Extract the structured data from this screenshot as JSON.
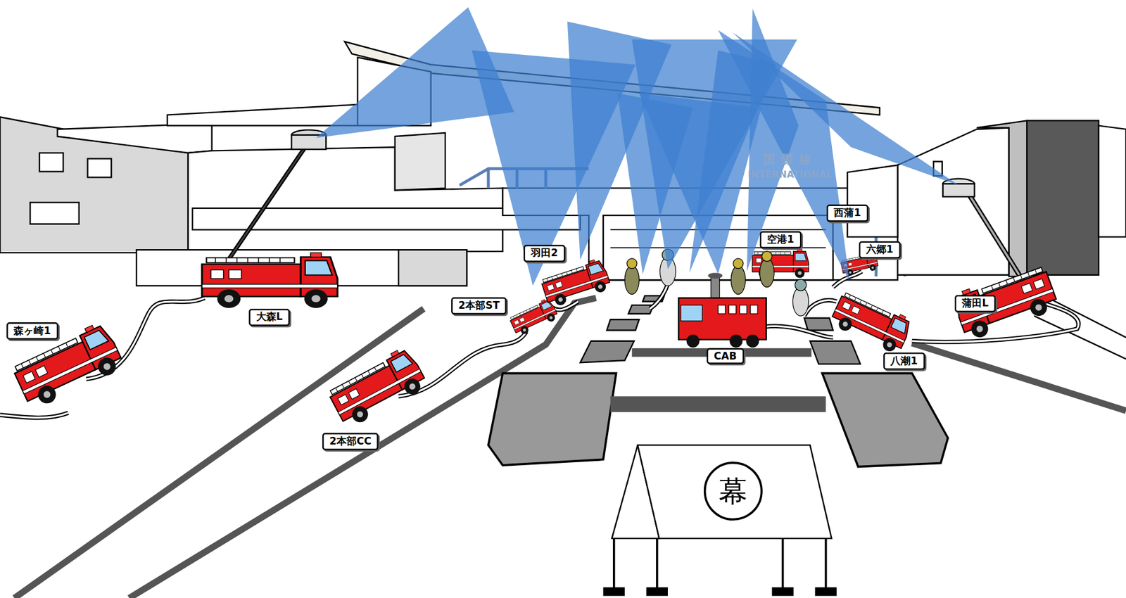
{
  "diagram": {
    "nodes": [
      {
        "text": [
          "西蒲1"
        ]
      },
      {
        "text": [
          "空港1"
        ]
      },
      {
        "text": [
          "六郷1"
        ]
      },
      {
        "text": [
          "羽田2"
        ]
      },
      {
        "text": [
          "蒲田L"
        ]
      },
      {
        "text": [
          "2本部ST"
        ]
      },
      {
        "text": [
          "大森L"
        ]
      },
      {
        "text": [
          "森ヶ崎1"
        ]
      },
      {
        "text": [
          "CAB"
        ]
      },
      {
        "text": [
          "八潮1"
        ]
      },
      {
        "text": [
          "2本部CC"
        ]
      },
      {
        "text": [
          "幕"
        ]
      }
    ],
    "labels": [
      "国際線",
      "INTERNATIONAL"
    ]
  }
}
